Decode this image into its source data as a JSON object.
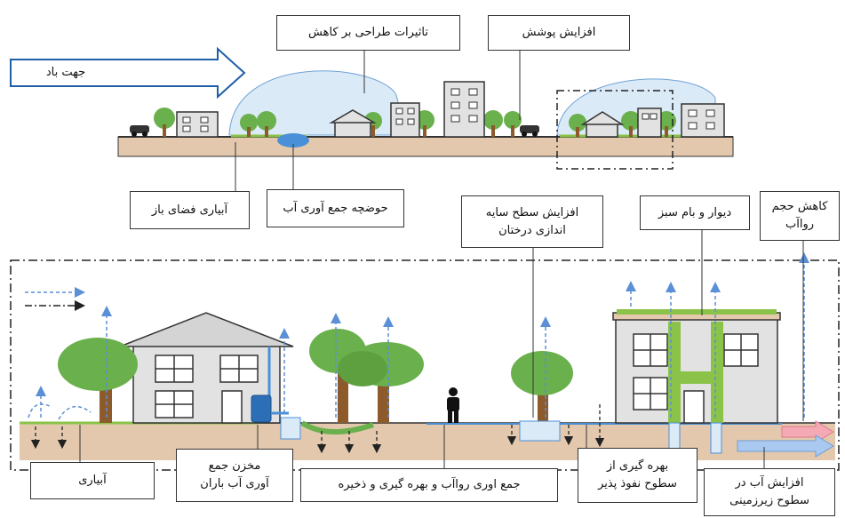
{
  "top_labels": {
    "wind_direction": "جهت باد",
    "design_effects": "تاثیرات طراحی بر کاهش",
    "increase_cover": "افزایش پوشش",
    "open_space_irrigation": "آبیاری فضای باز",
    "water_collection_pool": "حوضچه جمع آوری آب"
  },
  "bottom_labels": {
    "tree_shade_area": "افزایش سطح سایه\nاندازی درختان",
    "green_wall_roof": "دیوار و بام سبز",
    "runoff_reduction": "کاهش حجم\nرواآب",
    "irrigation": "آبیاری",
    "rainwater_tank": "مخزن جمع\nآوری آب باران",
    "runoff_collection": "جمع اوری رواآب و بهره گیری و ذخیره",
    "permeable_surfaces": "بهره گیری از\nسطوح نفوذ پذیر",
    "groundwater_increase": "افزایش آب در\nسطوح زیرزمینی"
  },
  "colors": {
    "ground": "#e3c8ad",
    "grass": "#8bc34a",
    "tree_foliage": "#6ab04c",
    "trunk": "#8d5a2b",
    "building": "#e2e2e2",
    "water_blue": "#4a90d9",
    "dome": "#dbeaf7"
  }
}
